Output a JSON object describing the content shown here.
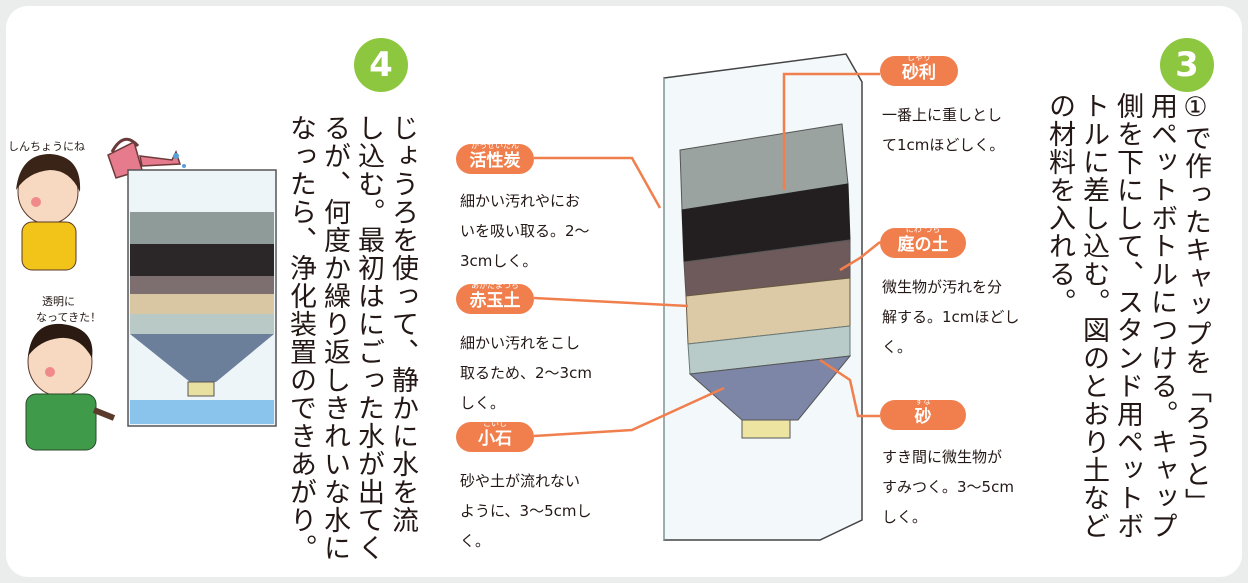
{
  "step4": {
    "number": "4",
    "lines": [
      "じょうろを使って、静かに水を流",
      "し込む。最初はにごった水が出てく",
      "るが、何度か繰り返しきれいな水に",
      "なったら、浄化装置のできあがり。"
    ]
  },
  "step3": {
    "number": "3",
    "lines": [
      "①で作ったキャップを「ろうと」",
      "用ペットボトルにつける。キャップ",
      "側を下にして、スタンド用ペットボ",
      "トルに差し込む。図のとおり土など",
      "の材料を入れる。"
    ]
  },
  "kids": {
    "girl_speech": "しんちょうにね",
    "boy_speech_line1": "透明に",
    "boy_speech_line2": "なってきた！"
  },
  "layers": {
    "jari": {
      "label": "砂利",
      "ruby": "じゃり",
      "lines": [
        "一番上に重しとし",
        "て1cmほどしく。"
      ]
    },
    "kasseitan": {
      "label": "活性炭",
      "ruby": "かっせいたん",
      "lines": [
        "細かい汚れやにお",
        "いを吸い取る。2～",
        "3cmしく。"
      ]
    },
    "niwanotsuchi": {
      "label": "庭の土",
      "ruby": "にわ つち",
      "lines": [
        "微生物が汚れを分",
        "解する。1cmほどし",
        "く。"
      ]
    },
    "akadamatsuchi": {
      "label": "赤玉土",
      "ruby": "あかだまつち",
      "lines": [
        "細かい汚れをこし",
        "取るため、2～3cm",
        "しく。"
      ]
    },
    "suna": {
      "label": "砂",
      "ruby": "すな",
      "lines": [
        "すき間に微生物が",
        "すみつく。3～5cm",
        "しく。"
      ]
    },
    "koishi": {
      "label": "小石",
      "ruby": "こいし",
      "lines": [
        "砂や土が流れない",
        "ように、3～5cmし",
        "く。"
      ]
    }
  },
  "colors": {
    "accent_green": "#8dc63f",
    "tag_orange": "#f07f4d",
    "text": "#231815"
  }
}
